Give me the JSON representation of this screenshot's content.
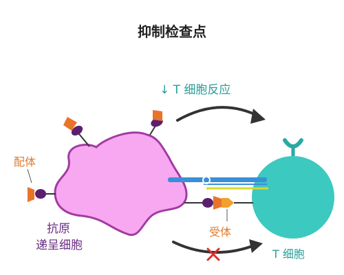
{
  "title": "抑制检查点",
  "labels": {
    "t_response": "↓ T 细胞反应",
    "ligand": "配体",
    "apc_line1": "抗原",
    "apc_line2": "递呈细胞",
    "receptor": "受体",
    "t_cell": "T 细胞"
  },
  "colors": {
    "apc_fill": "#f7a8f0",
    "apc_stroke": "#a23aa2",
    "t_cell_fill": "#3cc9c0",
    "ligand_orange": "#e8742a",
    "ligand_purple": "#5b1f6e",
    "mhc_blue": "#3a8fd8",
    "tcr_yellow": "#d8d82a",
    "block_red": "#d9302c",
    "arrow_dark": "#333333",
    "text_purple": "#6a2d82",
    "text_orange": "#e07a2c",
    "text_teal": "#2a9d9a"
  }
}
